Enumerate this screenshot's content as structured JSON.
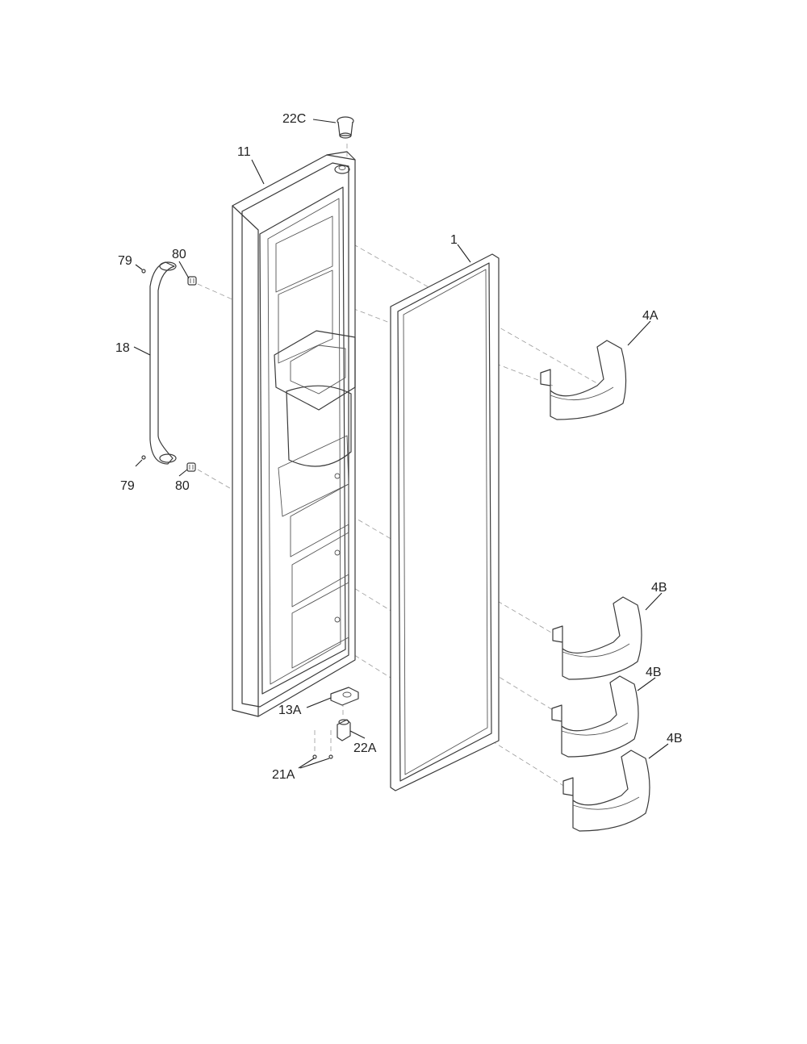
{
  "callouts": {
    "c22C": "22C",
    "c11": "11",
    "c1": "1",
    "c79_top": "79",
    "c80_top": "80",
    "c18": "18",
    "c79_bottom": "79",
    "c80_bottom": "80",
    "c4A": "4A",
    "c4B_1": "4B",
    "c4B_2": "4B",
    "c4B_3": "4B",
    "c13A": "13A",
    "c22A": "22A",
    "c21A": "21A"
  }
}
